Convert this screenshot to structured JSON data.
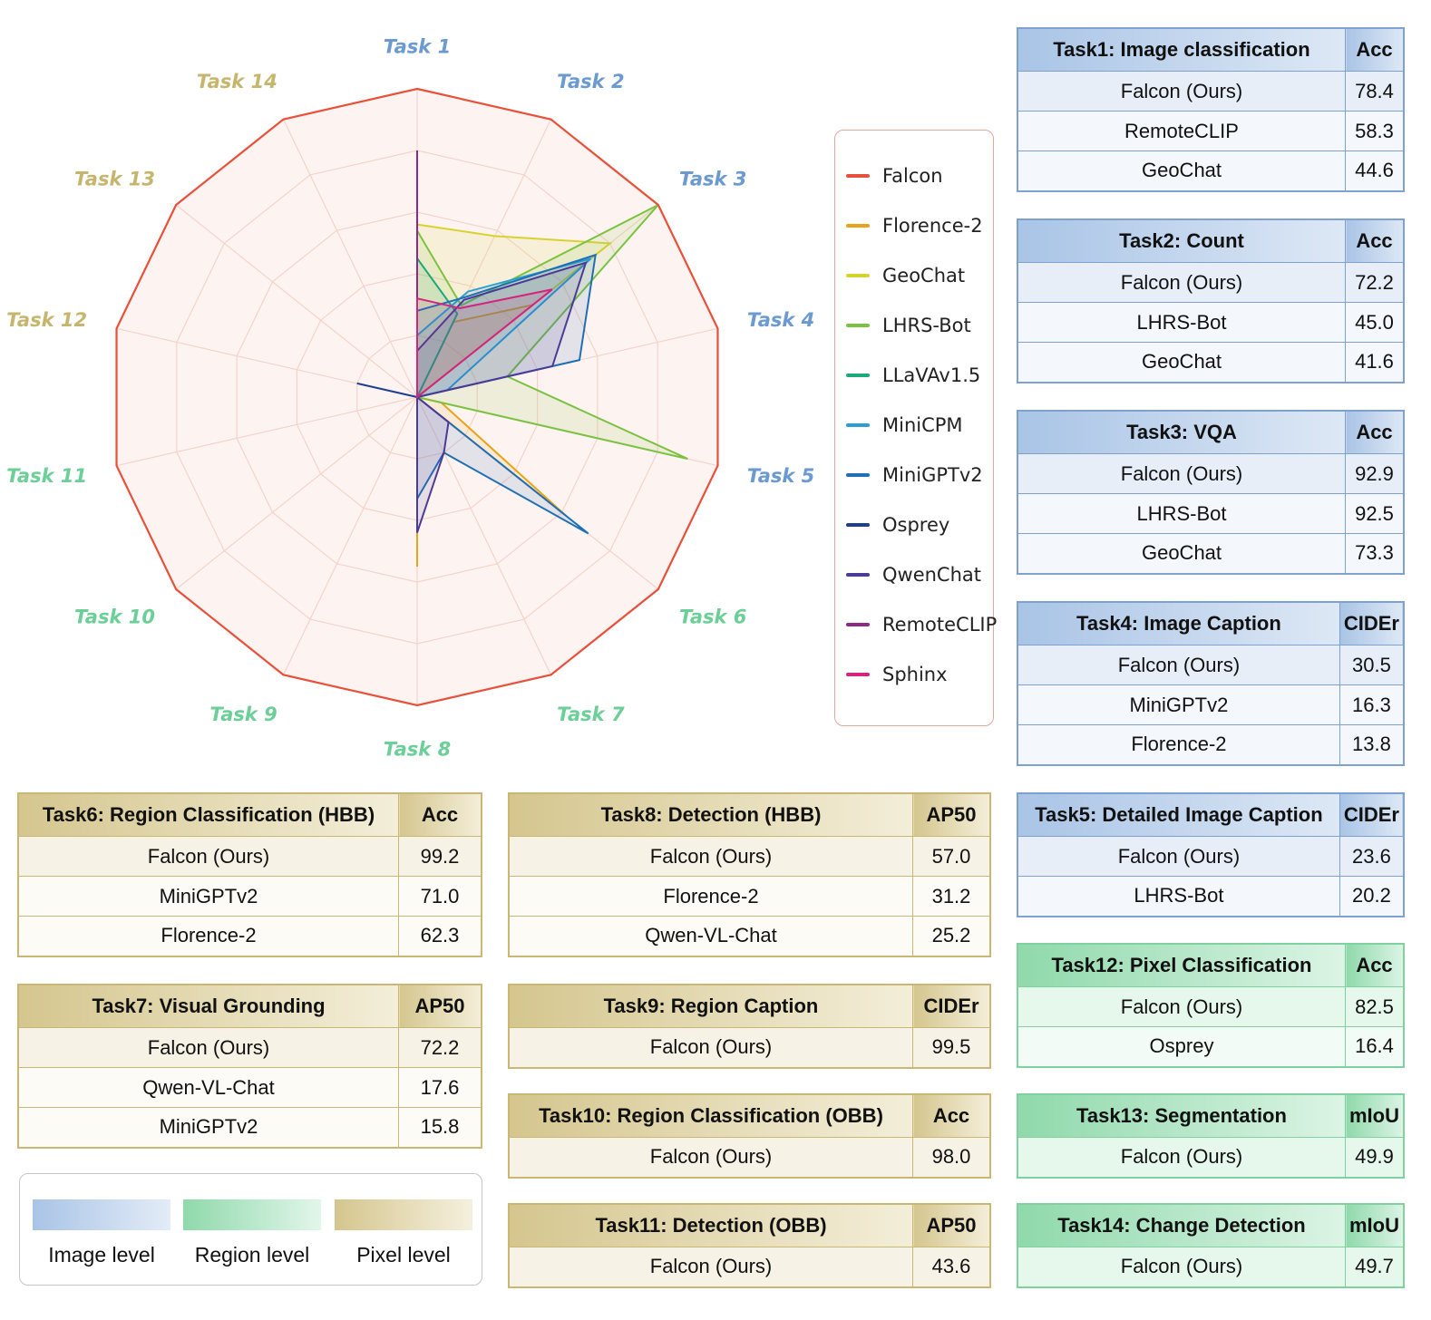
{
  "chart_data": {
    "type": "radar",
    "axes": [
      "Task 1",
      "Task 2",
      "Task 3",
      "Task 4",
      "Task 5",
      "Task 6",
      "Task 7",
      "Task 8",
      "Task 9",
      "Task 10",
      "Task 11",
      "Task 12",
      "Task 13",
      "Task 14"
    ],
    "axis_levels": [
      "image",
      "image",
      "image",
      "image",
      "image",
      "region",
      "region",
      "region",
      "region",
      "region",
      "region",
      "pixel",
      "pixel",
      "pixel"
    ],
    "rlim": [
      0,
      1
    ],
    "grid_rings": 5,
    "series": [
      {
        "name": "Falcon",
        "color": "#e8503a",
        "fill": "#fdf1ee",
        "values": [
          1,
          1,
          1,
          1,
          1,
          1,
          1,
          1,
          1,
          1,
          1,
          1,
          1,
          1
        ]
      },
      {
        "name": "Florence-2",
        "color": "#e8a318",
        "values": [
          0,
          0.27,
          0.48,
          0,
          0.08,
          0.62,
          0,
          0.55,
          0,
          0,
          0,
          0,
          0,
          0
        ]
      },
      {
        "name": "GeoChat",
        "color": "#d9d22e",
        "values": [
          0.56,
          0.58,
          0.8,
          0,
          0,
          0,
          0,
          0,
          0,
          0,
          0,
          0,
          0,
          0
        ]
      },
      {
        "name": "LHRS-Bot",
        "color": "#7cc242",
        "values": [
          0.54,
          0.33,
          1.0,
          0.3,
          0.9,
          0,
          0,
          0,
          0,
          0,
          0,
          0,
          0,
          0
        ]
      },
      {
        "name": "LLaVAv1.5",
        "color": "#1eaa78",
        "values": [
          0.45,
          0.3,
          0,
          0,
          0,
          0,
          0,
          0,
          0,
          0,
          0,
          0,
          0,
          0
        ]
      },
      {
        "name": "MiniCPM",
        "color": "#2a9fd6",
        "values": [
          0.2,
          0.38,
          0.72,
          0.1,
          0,
          0,
          0,
          0,
          0,
          0,
          0,
          0,
          0,
          0
        ]
      },
      {
        "name": "MiniGPTv2",
        "color": "#1f6fb5",
        "values": [
          0.28,
          0.36,
          0.74,
          0.54,
          0,
          0.71,
          0.2,
          0.33,
          0,
          0,
          0,
          0,
          0,
          0
        ]
      },
      {
        "name": "Osprey",
        "color": "#1e3f8f",
        "values": [
          0,
          0,
          0,
          0,
          0,
          0,
          0,
          0,
          0,
          0,
          0,
          0.2,
          0,
          0
        ]
      },
      {
        "name": "QwenChat",
        "color": "#4b3b95",
        "values": [
          0.15,
          0.35,
          0.7,
          0.45,
          0,
          0.13,
          0.2,
          0.44,
          0,
          0,
          0,
          0,
          0,
          0
        ]
      },
      {
        "name": "RemoteCLIP",
        "color": "#8e2a86",
        "values": [
          0.8,
          0,
          0,
          0,
          0,
          0,
          0,
          0,
          0,
          0,
          0,
          0,
          0,
          0
        ]
      },
      {
        "name": "Sphinx",
        "color": "#d4257e",
        "values": [
          0.32,
          0.32,
          0.56,
          0,
          0,
          0,
          0,
          0,
          0,
          0,
          0,
          0,
          0,
          0
        ]
      }
    ]
  },
  "legend": {
    "items": [
      {
        "label": "Falcon",
        "color": "#e8503a"
      },
      {
        "label": "Florence-2",
        "color": "#e8a318"
      },
      {
        "label": "GeoChat",
        "color": "#d9d22e"
      },
      {
        "label": "LHRS-Bot",
        "color": "#7cc242"
      },
      {
        "label": "LLaVAv1.5",
        "color": "#1eaa78"
      },
      {
        "label": "MiniCPM",
        "color": "#2a9fd6"
      },
      {
        "label": "MiniGPTv2",
        "color": "#1f6fb5"
      },
      {
        "label": "Osprey",
        "color": "#1e3f8f"
      },
      {
        "label": "QwenChat",
        "color": "#4b3b95"
      },
      {
        "label": "RemoteCLIP",
        "color": "#8e2a86"
      },
      {
        "label": "Sphinx",
        "color": "#d4257e"
      }
    ]
  },
  "level_colors": {
    "image": "#6a9ad0",
    "region": "#6ccf97",
    "pixel": "#c6b66d"
  },
  "tables": {
    "t1": {
      "title": "Task1: Image classification",
      "metric": "Acc",
      "rows": [
        [
          "Falcon (Ours)",
          "78.4"
        ],
        [
          "RemoteCLIP",
          "58.3"
        ],
        [
          "GeoChat",
          "44.6"
        ]
      ]
    },
    "t2": {
      "title": "Task2: Count",
      "metric": "Acc",
      "rows": [
        [
          "Falcon (Ours)",
          "72.2"
        ],
        [
          "LHRS-Bot",
          "45.0"
        ],
        [
          "GeoChat",
          "41.6"
        ]
      ]
    },
    "t3": {
      "title": "Task3: VQA",
      "metric": "Acc",
      "rows": [
        [
          "Falcon (Ours)",
          "92.9"
        ],
        [
          "LHRS-Bot",
          "92.5"
        ],
        [
          "GeoChat",
          "73.3"
        ]
      ]
    },
    "t4": {
      "title": "Task4: Image Caption",
      "metric": "CIDEr",
      "rows": [
        [
          "Falcon (Ours)",
          "30.5"
        ],
        [
          "MiniGPTv2",
          "16.3"
        ],
        [
          "Florence-2",
          "13.8"
        ]
      ]
    },
    "t5": {
      "title": "Task5: Detailed Image Caption",
      "metric": "CIDEr",
      "rows": [
        [
          "Falcon (Ours)",
          "23.6"
        ],
        [
          "LHRS-Bot",
          "20.2"
        ]
      ]
    },
    "t6": {
      "title": "Task6: Region Classification (HBB)",
      "metric": "Acc",
      "rows": [
        [
          "Falcon (Ours)",
          "99.2"
        ],
        [
          "MiniGPTv2",
          "71.0"
        ],
        [
          "Florence-2",
          "62.3"
        ]
      ]
    },
    "t7": {
      "title": "Task7: Visual Grounding",
      "metric": "AP50",
      "rows": [
        [
          "Falcon (Ours)",
          "72.2"
        ],
        [
          "Qwen-VL-Chat",
          "17.6"
        ],
        [
          "MiniGPTv2",
          "15.8"
        ]
      ]
    },
    "t8": {
      "title": "Task8: Detection (HBB)",
      "metric": "AP50",
      "rows": [
        [
          "Falcon (Ours)",
          "57.0"
        ],
        [
          "Florence-2",
          "31.2"
        ],
        [
          "Qwen-VL-Chat",
          "25.2"
        ]
      ]
    },
    "t9": {
      "title": "Task9: Region Caption",
      "metric": "CIDEr",
      "rows": [
        [
          "Falcon (Ours)",
          "99.5"
        ]
      ]
    },
    "t10": {
      "title": "Task10: Region Classification (OBB)",
      "metric": "Acc",
      "rows": [
        [
          "Falcon (Ours)",
          "98.0"
        ]
      ]
    },
    "t11": {
      "title": "Task11: Detection (OBB)",
      "metric": "AP50",
      "rows": [
        [
          "Falcon (Ours)",
          "43.6"
        ]
      ]
    },
    "t12": {
      "title": "Task12: Pixel Classification",
      "metric": "Acc",
      "rows": [
        [
          "Falcon (Ours)",
          "82.5"
        ],
        [
          "Osprey",
          "16.4"
        ]
      ]
    },
    "t13": {
      "title": "Task13: Segmentation",
      "metric": "mIoU",
      "rows": [
        [
          "Falcon (Ours)",
          "49.9"
        ]
      ]
    },
    "t14": {
      "title": "Task14: Change Detection",
      "metric": "mIoU",
      "rows": [
        [
          "Falcon (Ours)",
          "49.7"
        ]
      ]
    }
  },
  "levels": {
    "image": "Image level",
    "region": "Region level",
    "pixel": "Pixel level"
  }
}
